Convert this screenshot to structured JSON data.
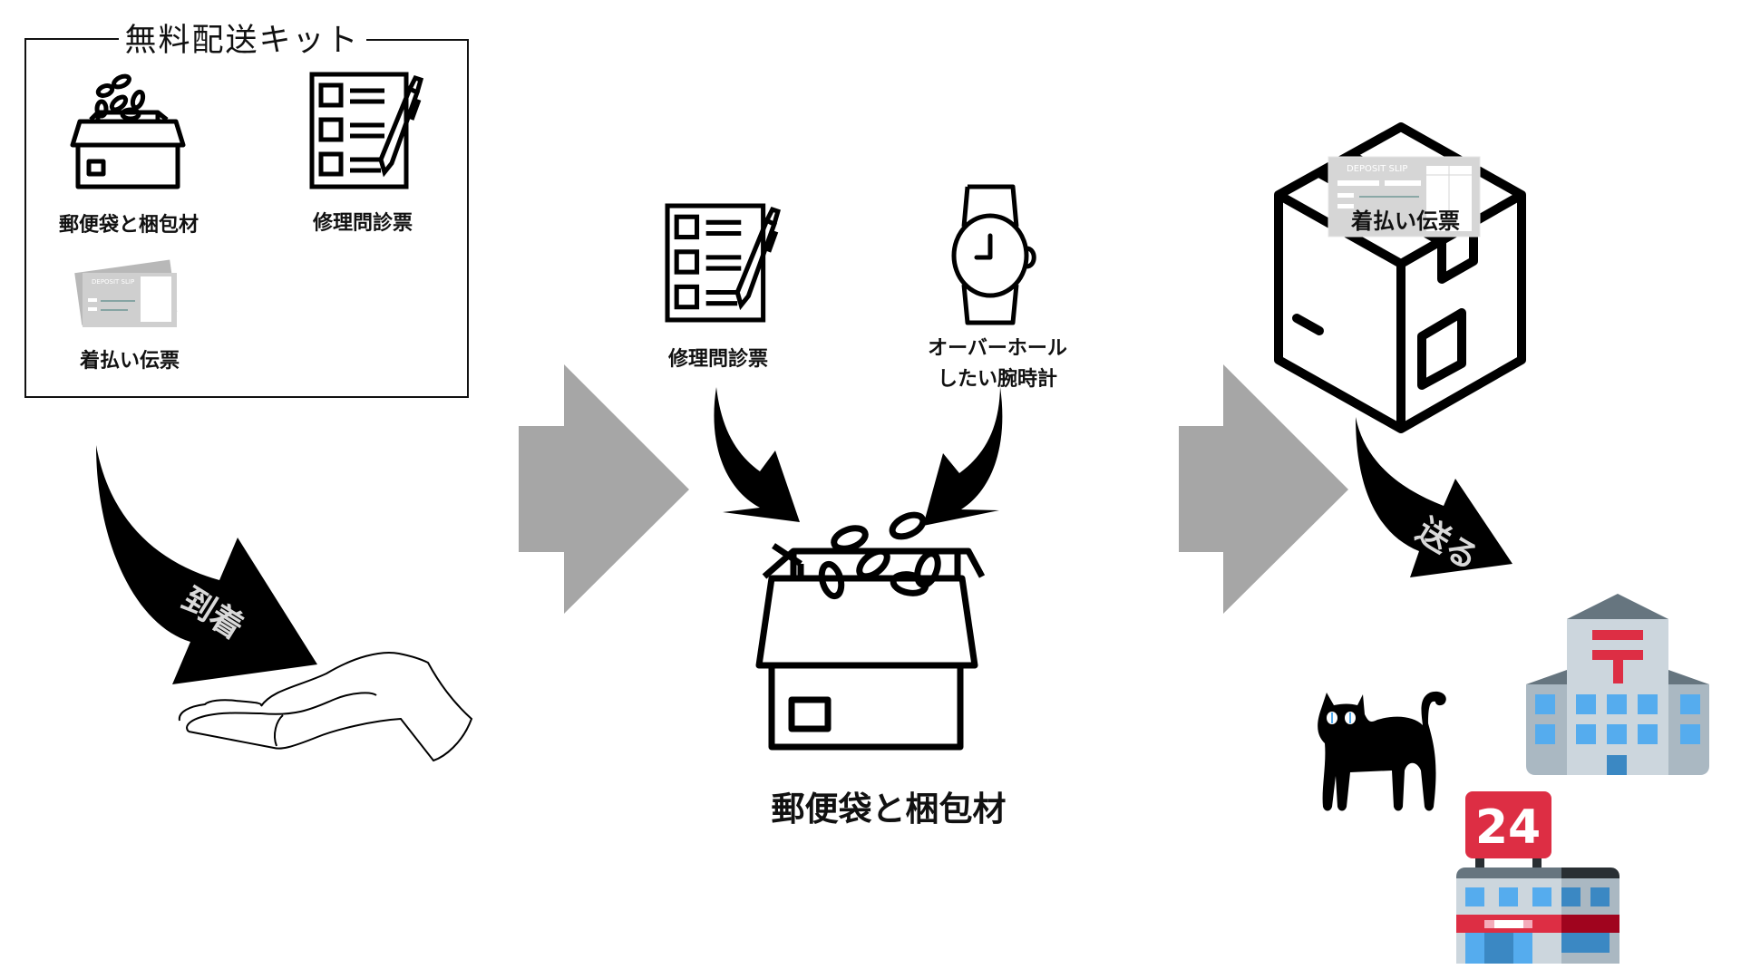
{
  "kit": {
    "title": "無料配送キット",
    "items": [
      {
        "label": "郵便袋と梱包材",
        "icon": "packing-box-icon"
      },
      {
        "label": "修理問診票",
        "icon": "clipboard-form-icon"
      },
      {
        "label": "着払い伝票",
        "icon": "deposit-slip-icon"
      }
    ]
  },
  "step1": {
    "arrow_label": "到着",
    "icon": "open-hand-icon"
  },
  "step2": {
    "form_label": "修理問診票",
    "watch_label_line1": "オーバーホール",
    "watch_label_line2": "したい腕時計",
    "box_label": "郵便袋と梱包材"
  },
  "step3": {
    "slip_label": "着払い伝票",
    "slip_header": "DEPOSIT SLIP",
    "arrow_label": "送る",
    "convenience_store_sign": "24"
  },
  "colors": {
    "flow_arrow": "#a6a6a6",
    "post_red": "#dd2e44",
    "window_blue": "#55acee",
    "building_light": "#ccd6dd",
    "building_dark": "#aab8c2",
    "roof": "#66757f"
  }
}
